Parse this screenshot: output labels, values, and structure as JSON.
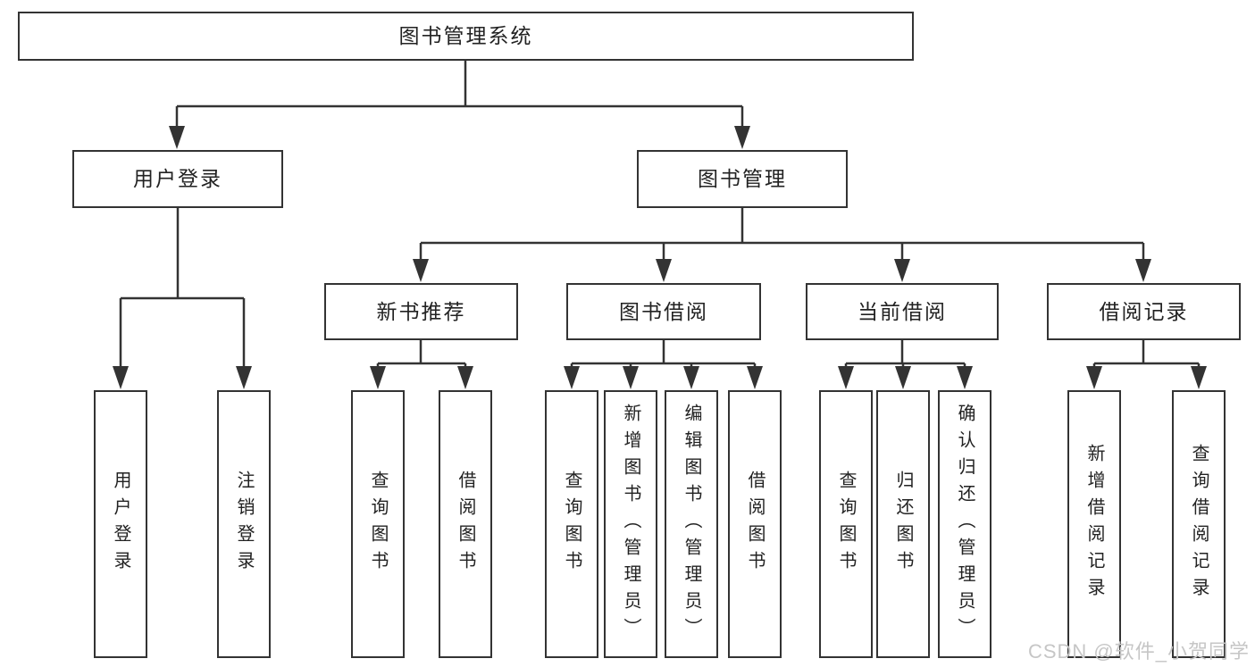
{
  "tree": {
    "root": {
      "label": "图书管理系统"
    },
    "branches": [
      {
        "label": "用户登录",
        "children": [
          {
            "label": "用户登录"
          },
          {
            "label": "注销登录"
          }
        ]
      },
      {
        "label": "图书管理",
        "children": [
          {
            "label": "新书推荐",
            "children": [
              {
                "label": "查询图书"
              },
              {
                "label": "借阅图书"
              }
            ]
          },
          {
            "label": "图书借阅",
            "children": [
              {
                "label": "查询图书"
              },
              {
                "label": "新增图书（管理员）"
              },
              {
                "label": "编辑图书（管理员）"
              },
              {
                "label": "借阅图书"
              }
            ]
          },
          {
            "label": "当前借阅",
            "children": [
              {
                "label": "查询图书"
              },
              {
                "label": "归还图书"
              },
              {
                "label": "确认归还（管理员）"
              }
            ]
          },
          {
            "label": "借阅记录",
            "children": [
              {
                "label": "新增借阅记录"
              },
              {
                "label": "查询借阅记录"
              }
            ]
          }
        ]
      }
    ]
  },
  "watermark": "CSDN @软件_小贺同学",
  "colors": {
    "line": "#333333",
    "text": "#222222",
    "background": "#ffffff",
    "watermark": "#c6c6c6"
  }
}
